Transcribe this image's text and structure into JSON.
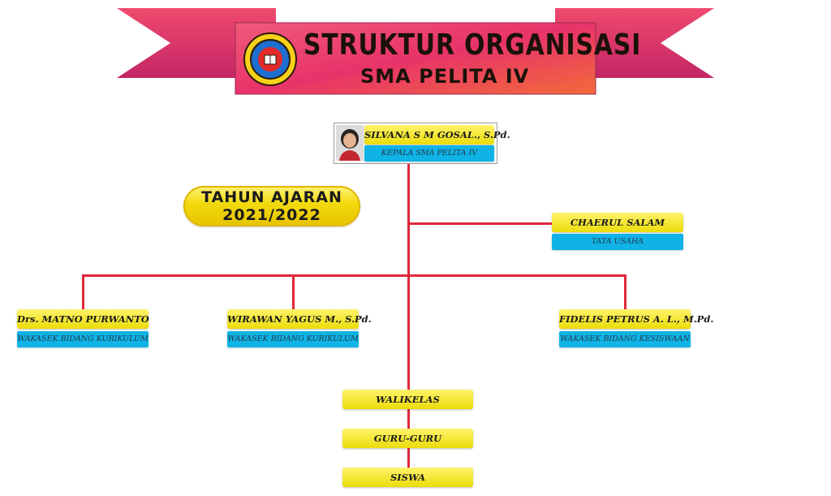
{
  "header": {
    "title": "STRUKTUR ORGANISASI",
    "subtitle": "SMA PELITA IV"
  },
  "year": {
    "line1": "TAHUN AJARAN",
    "line2": "2021/2022"
  },
  "head": {
    "name": "SILVANA S M GOSAL., S.Pd.",
    "role": "KEPALA SMA PELITA IV"
  },
  "admin": {
    "name": "CHAERUL SALAM",
    "role": "TATA USAHA"
  },
  "vice": [
    {
      "name": "Drs. MATNO PURWANTO",
      "role": "WAKASEK BIDANG KURIKULUM"
    },
    {
      "name": "WIRAWAN YAGUS M., S.Pd.",
      "role": "WAKASEK BIDANG KURIKULUM"
    },
    {
      "name": "FIDELIS PETRUS A. L., M.Pd.",
      "role": "WAKASEK BIDANG KESISWAAN"
    }
  ],
  "levels": [
    "WALIKELAS",
    "GURU-GURU",
    "SISWA"
  ],
  "colors": {
    "banner": "#e8336a",
    "banner_dark": "#b8205a",
    "connector": "#e0273b",
    "name_box": "#efe00e",
    "role_box": "#0fb3e6"
  }
}
